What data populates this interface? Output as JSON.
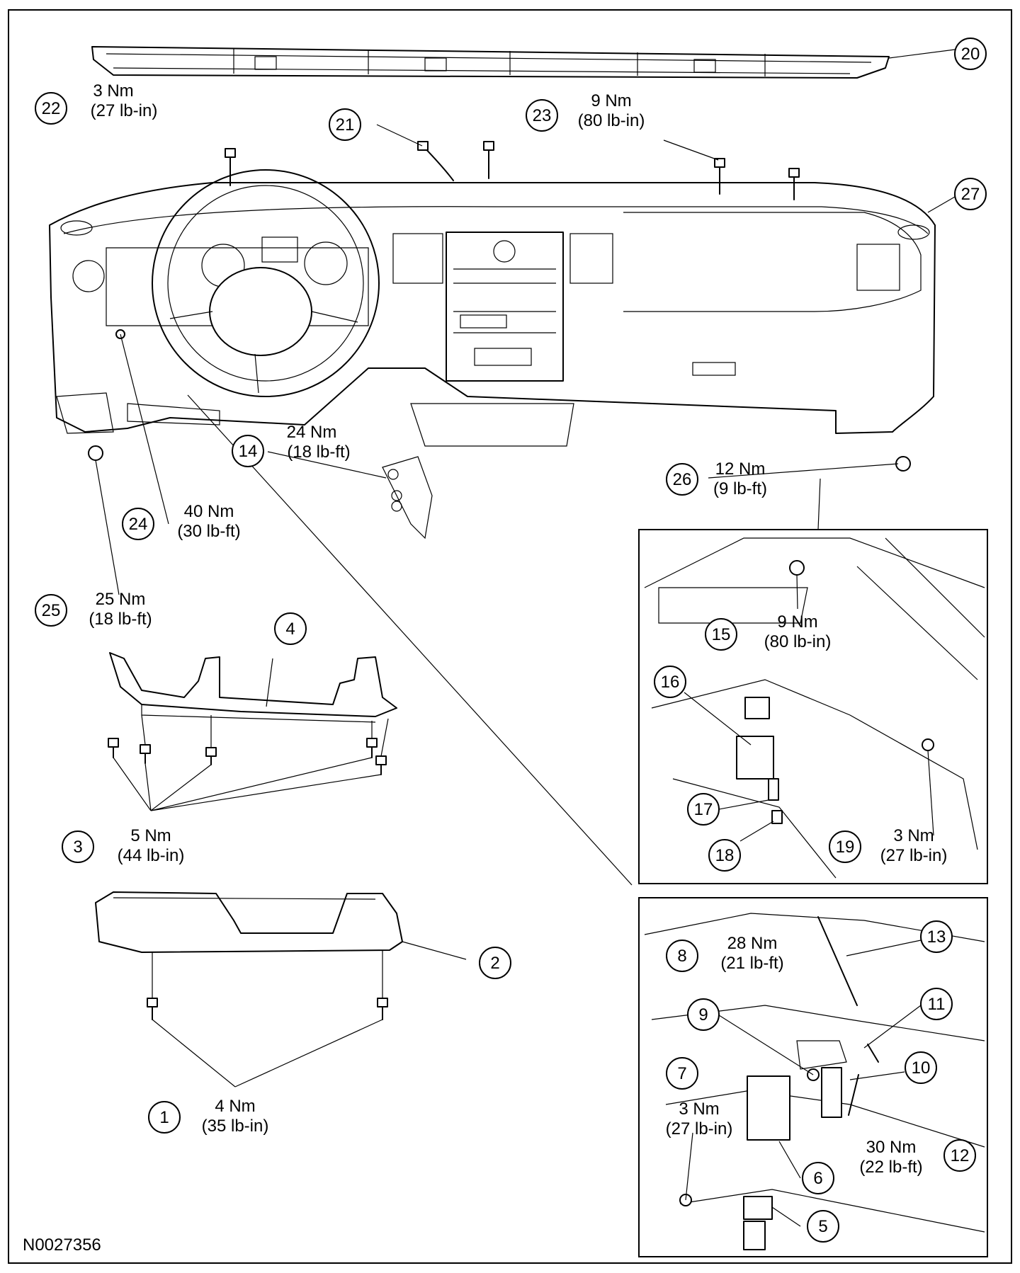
{
  "figure_id": "N0027356",
  "callouts": {
    "c1": "1",
    "c2": "2",
    "c3": "3",
    "c4": "4",
    "c5": "5",
    "c6": "6",
    "c7": "7",
    "c8": "8",
    "c9": "9",
    "c10": "10",
    "c11": "11",
    "c12": "12",
    "c13": "13",
    "c14": "14",
    "c15": "15",
    "c16": "16",
    "c17": "17",
    "c18": "18",
    "c19": "19",
    "c20": "20",
    "c21": "21",
    "c22": "22",
    "c23": "23",
    "c24": "24",
    "c25": "25",
    "c26": "26",
    "c27": "27"
  },
  "torques": {
    "t22": {
      "nm": "3 Nm",
      "imp": "(27 lb-in)"
    },
    "t23": {
      "nm": "9 Nm",
      "imp": "(80 lb-in)"
    },
    "t14": {
      "nm": "24 Nm",
      "imp": "(18 lb-ft)"
    },
    "t26": {
      "nm": "12 Nm",
      "imp": "(9 lb-ft)"
    },
    "t24": {
      "nm": "40 Nm",
      "imp": "(30 lb-ft)"
    },
    "t25": {
      "nm": "25 Nm",
      "imp": "(18 lb-ft)"
    },
    "t15": {
      "nm": "9 Nm",
      "imp": "(80 lb-in)"
    },
    "t19": {
      "nm": "3 Nm",
      "imp": "(27 lb-in)"
    },
    "t3": {
      "nm": "5 Nm",
      "imp": "(44 lb-in)"
    },
    "t1": {
      "nm": "4 Nm",
      "imp": "(35 lb-in)"
    },
    "t8": {
      "nm": "28 Nm",
      "imp": "(21 lb-ft)"
    },
    "t7": {
      "nm": "3 Nm",
      "imp": "(27 lb-in)"
    },
    "t12": {
      "nm": "30 Nm",
      "imp": "(22 lb-ft)"
    }
  }
}
